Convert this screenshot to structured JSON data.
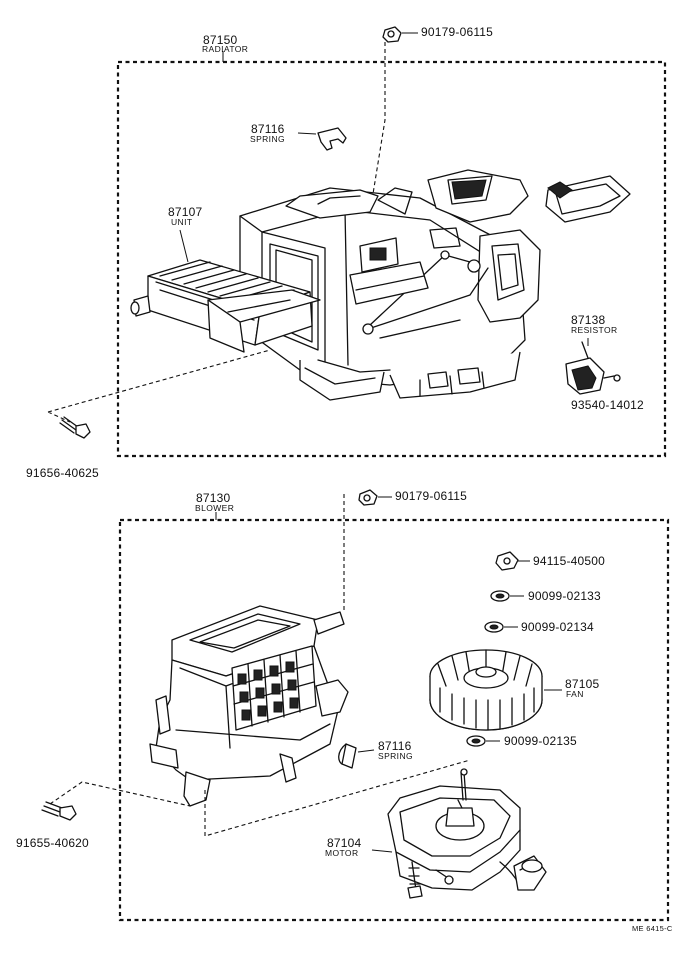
{
  "diagram": {
    "groups": [
      {
        "id": "radiator-group",
        "part_no": "87150",
        "name": "RADIATOR"
      },
      {
        "id": "blower-group",
        "part_no": "87130",
        "name": "BLOWER"
      }
    ],
    "parts": {
      "p90179_top": {
        "part_no": "90179-06115"
      },
      "p87116_top": {
        "part_no": "87116",
        "name": "SPRING"
      },
      "p87107": {
        "part_no": "87107",
        "name": "UNIT"
      },
      "p87138": {
        "part_no": "87138",
        "name": "RESISTOR"
      },
      "p93540": {
        "part_no": "93540-14012"
      },
      "p91656": {
        "part_no": "91656-40625"
      },
      "p90179_mid": {
        "part_no": "90179-06115"
      },
      "p94115": {
        "part_no": "94115-40500"
      },
      "p90099_02133": {
        "part_no": "90099-02133"
      },
      "p90099_02134": {
        "part_no": "90099-02134"
      },
      "p87105": {
        "part_no": "87105",
        "name": "FAN"
      },
      "p90099_02135": {
        "part_no": "90099-02135"
      },
      "p87116_bot": {
        "part_no": "87116",
        "name": "SPRING"
      },
      "p91655": {
        "part_no": "91655-40620"
      },
      "p87104": {
        "part_no": "87104",
        "name": "MOTOR"
      }
    },
    "stamp": "ME 6415-C"
  }
}
